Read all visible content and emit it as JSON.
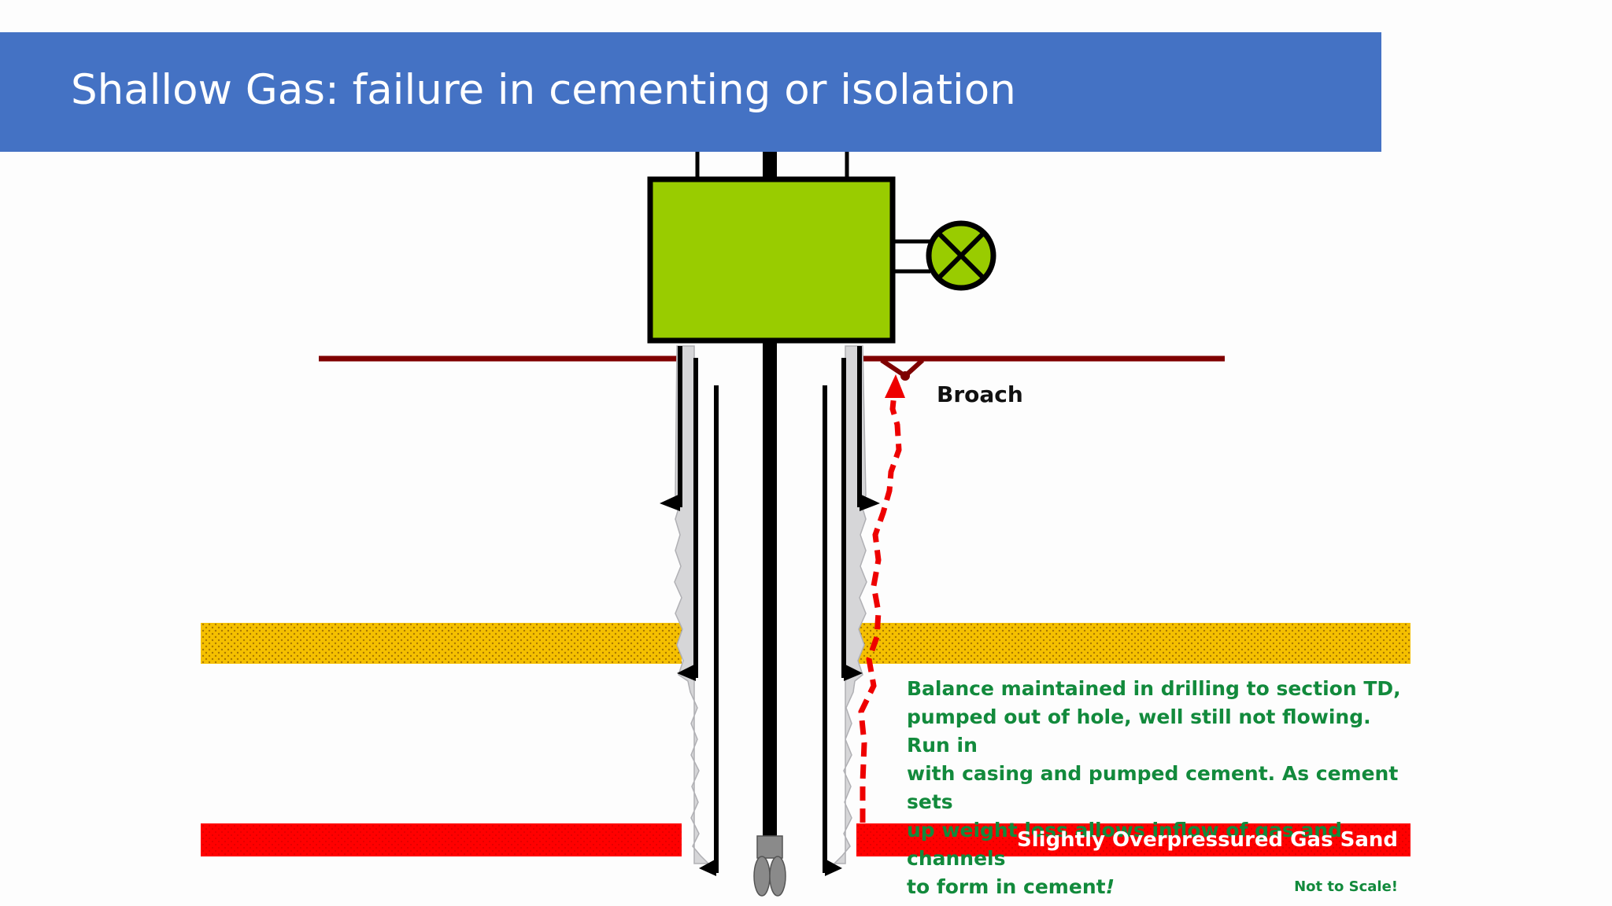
{
  "title": "Shallow Gas: failure in cementing or isolation",
  "labels": {
    "broach": "Broach",
    "description_lines": [
      "Balance maintained in drilling to section TD,",
      "pumped out of hole, well still not flowing. Run in",
      "with casing and pumped cement. As cement sets",
      "up weight loss allows inflow of gas and channels",
      "to form in cement"
    ],
    "description_end": "!",
    "gas_sand": "Slightly Overpressured Gas Sand",
    "scale_note": "Not to Scale!"
  },
  "icons": {
    "valve": "valve-icon",
    "bit": "drill-bit-icon"
  },
  "colors": {
    "title_bar": "#4472c4",
    "wellhead_box": "#99cc00",
    "ground_line": "#7f0000",
    "gas_channel": "#ee0000",
    "shallow_sand": "#f5c000",
    "gas_sand": "#ff0000",
    "cement": "#d6d6d8",
    "text_green": "#128a3c"
  }
}
